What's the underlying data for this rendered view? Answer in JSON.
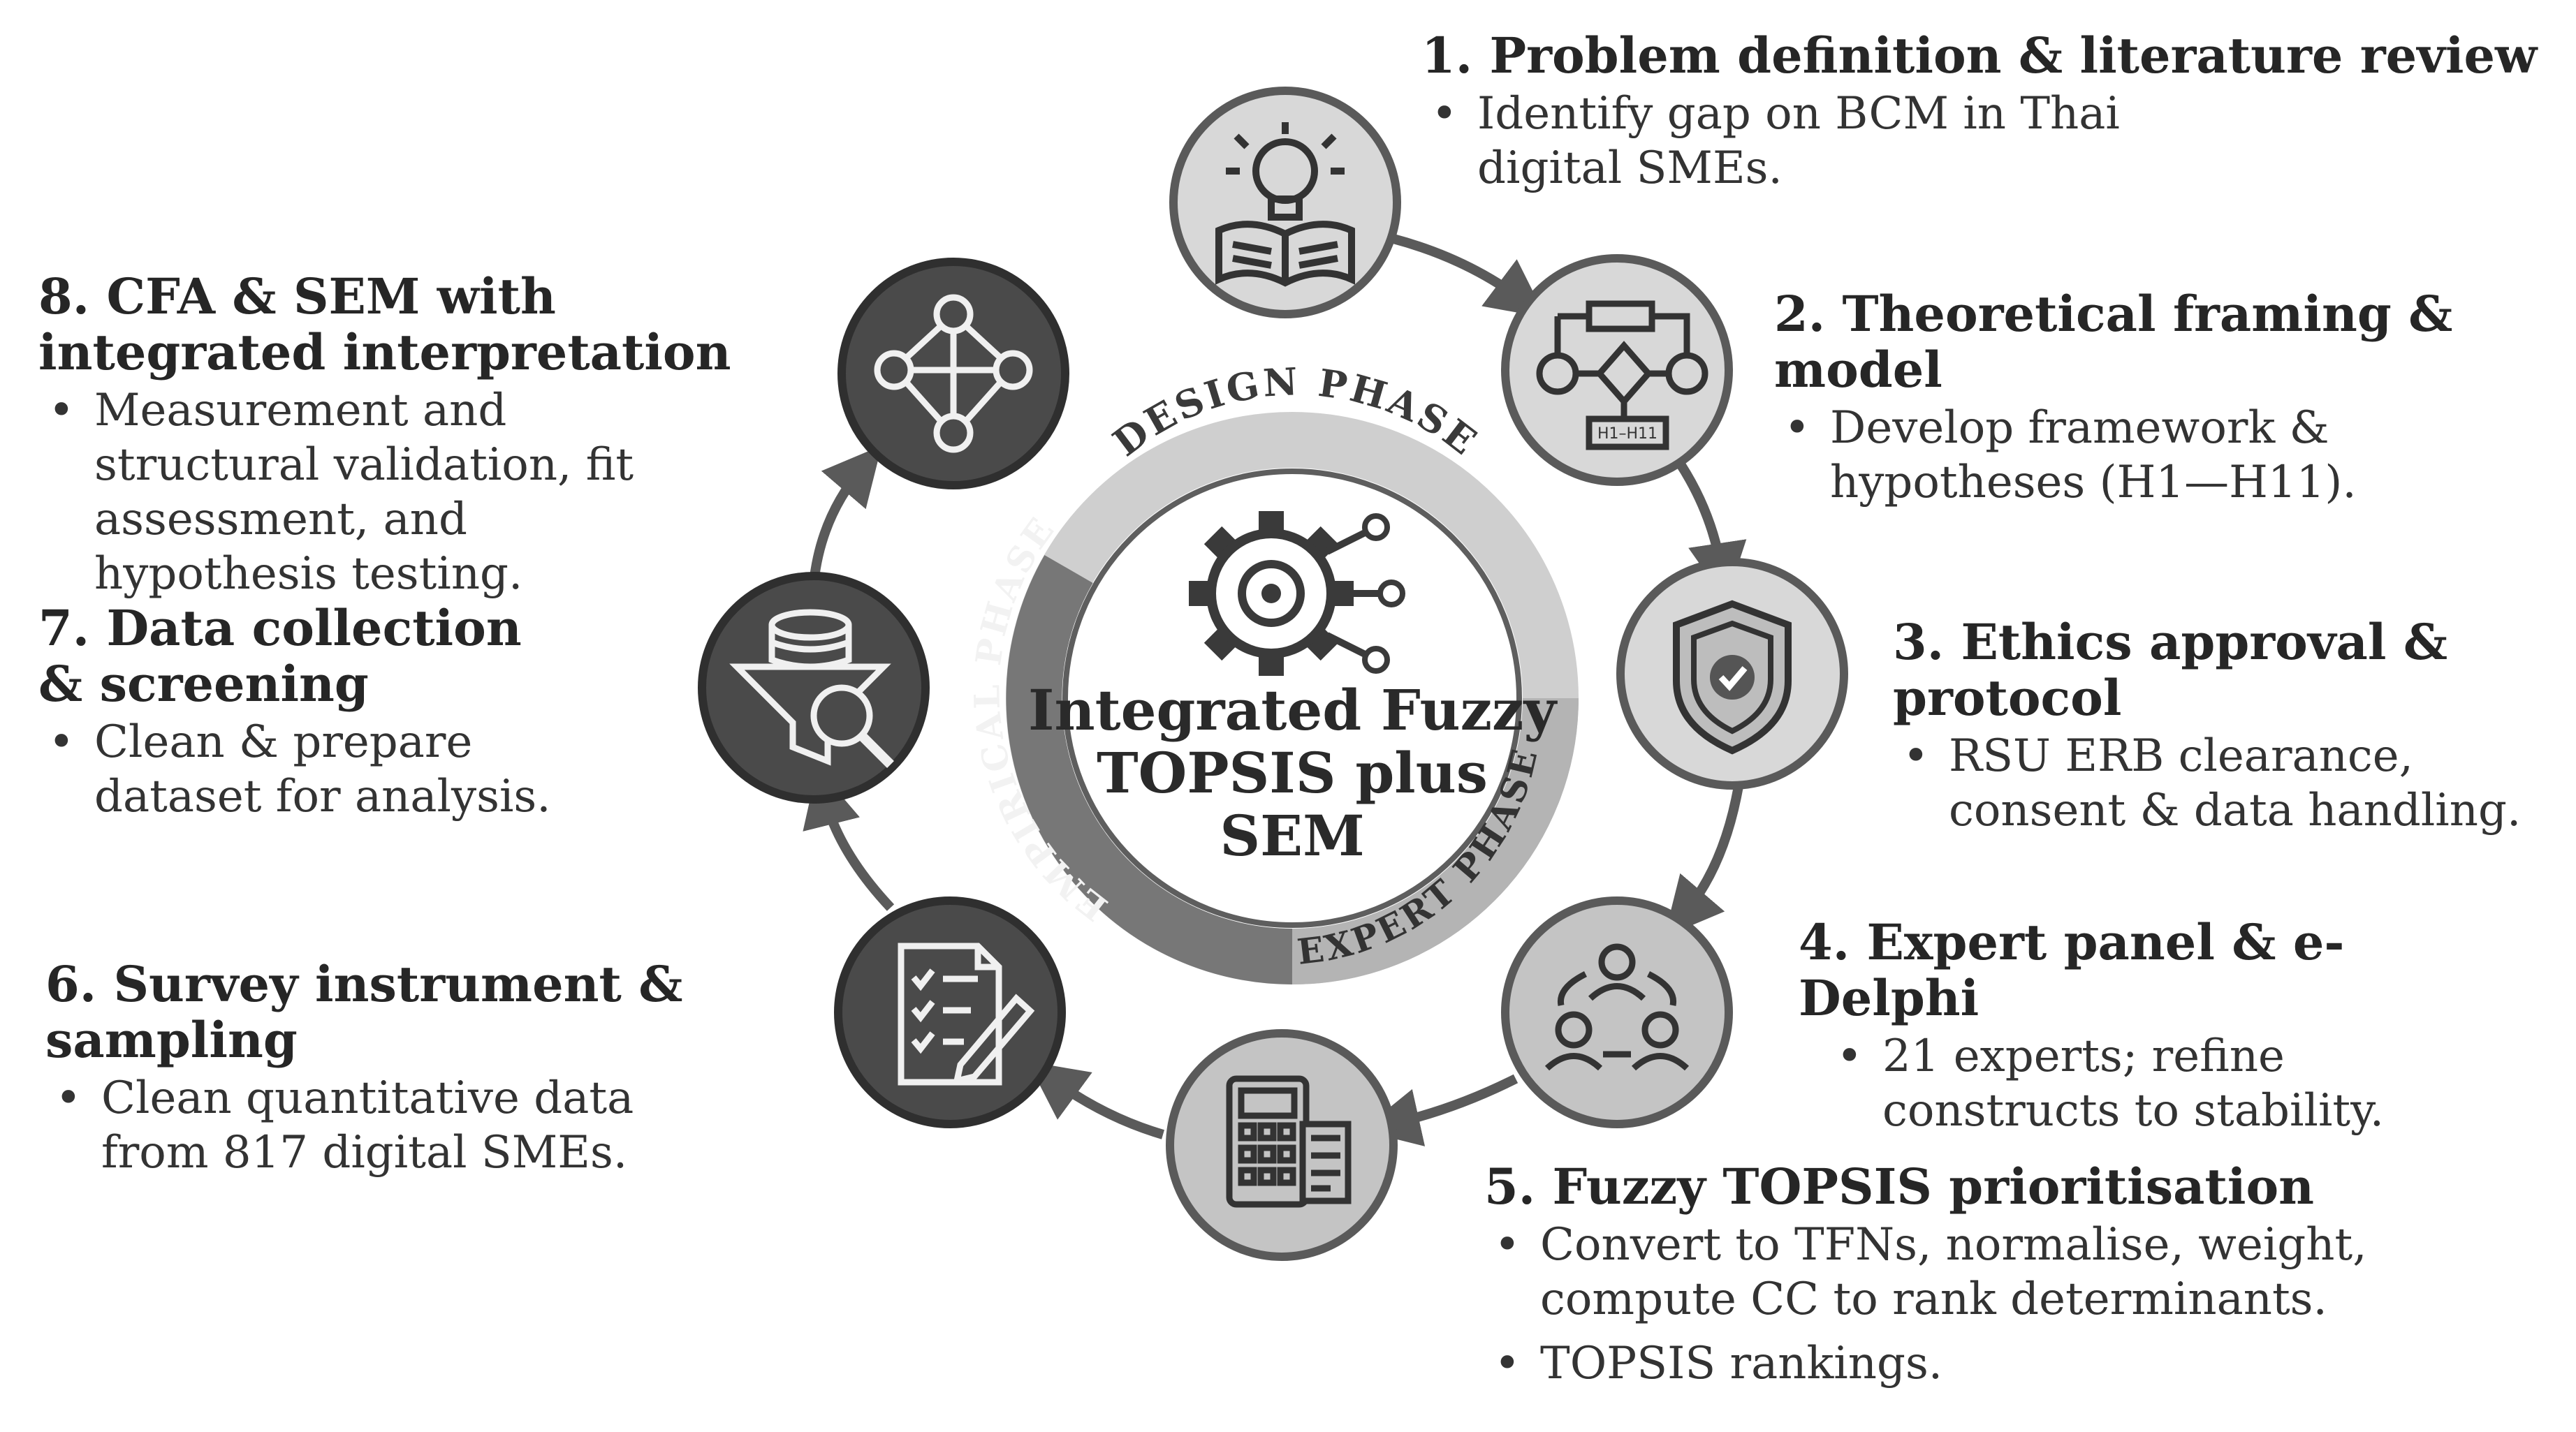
{
  "center": {
    "title_lines": [
      "Integrated Fuzzy",
      "TOPSIS plus",
      "SEM"
    ],
    "phases": {
      "design": "DESIGN PHASE",
      "expert": "EXPERT PHASE",
      "empirical": "EMPIRICAL PHASE"
    }
  },
  "colors": {
    "node_light": "#d8d8d8",
    "node_dark": "#4a4a4a",
    "arrow": "#5a5a5a",
    "ring_design": "#cfcfcf",
    "ring_expert": "#b4b4b4",
    "ring_empirical": "#777777"
  },
  "steps": [
    {
      "number": 1,
      "title": "1. Problem definition & literature review",
      "bullets": [
        "Identify gap on BCM in Thai digital SMEs."
      ],
      "icon": "lightbulb-book-icon"
    },
    {
      "number": 2,
      "title": "2. Theoretical framing & model",
      "bullets": [
        "Develop framework & hypotheses (H1—H11)."
      ],
      "icon": "flowchart-icon",
      "icon_label": "H1–H11"
    },
    {
      "number": 3,
      "title": "3. Ethics approval & protocol",
      "bullets": [
        "RSU ERB clearance, consent & data handling."
      ],
      "icon": "shield-check-icon"
    },
    {
      "number": 4,
      "title": "4. Expert panel & e-Delphi",
      "bullets": [
        "21 experts; refine constructs to stability."
      ],
      "icon": "expert-panel-icon"
    },
    {
      "number": 5,
      "title": "5. Fuzzy TOPSIS prioritisation",
      "bullets": [
        "Convert to TFNs, normalise, weight, compute CC to rank determinants.",
        "TOPSIS rankings."
      ],
      "icon": "calculator-icon"
    },
    {
      "number": 6,
      "title": "6. Survey instrument & sampling",
      "bullets": [
        "Clean quantitative data from 817 digital SMEs."
      ],
      "icon": "checklist-pencil-icon"
    },
    {
      "number": 7,
      "title": "7. Data collection & screening",
      "bullets": [
        "Clean & prepare dataset for analysis."
      ],
      "icon": "database-funnel-icon"
    },
    {
      "number": 8,
      "title": "8. CFA & SEM with integrated interpretation",
      "bullets": [
        "Measurement and structural validation, fit assessment, and hypothesis testing."
      ],
      "icon": "sem-network-icon"
    }
  ]
}
